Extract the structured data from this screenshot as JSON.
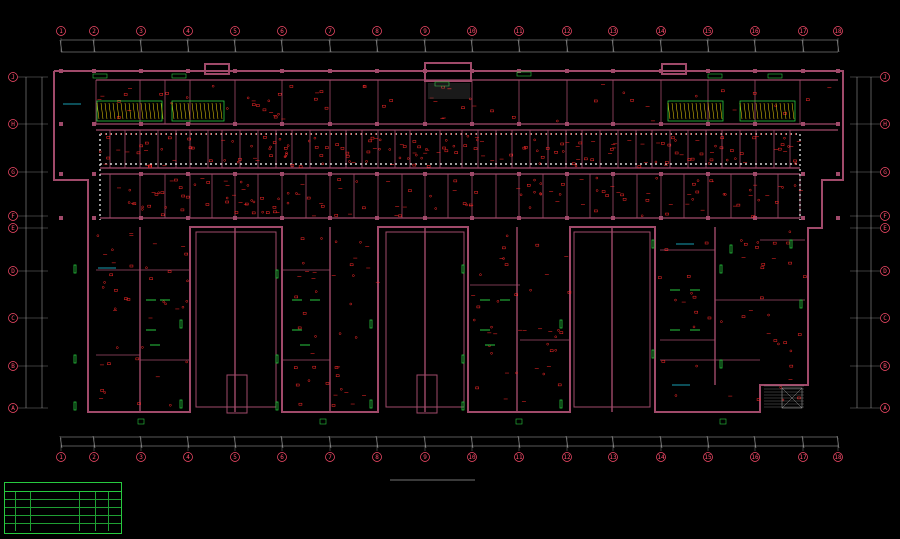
{
  "drawing": {
    "title": "",
    "scale_note": "",
    "notes": [
      "",
      ""
    ]
  },
  "axes": {
    "columns": [
      "1",
      "2",
      "3",
      "4",
      "5",
      "6",
      "7",
      "8",
      "9",
      "10",
      "11",
      "12",
      "13",
      "14",
      "15",
      "16",
      "17",
      "18"
    ],
    "rows": [
      "J",
      "H",
      "G",
      "F",
      "E",
      "D",
      "C",
      "B",
      "A"
    ]
  },
  "legend": {
    "title": "",
    "rows": [
      [
        "",
        "",
        "",
        "",
        "",
        ""
      ],
      [
        "",
        "",
        "",
        "",
        "",
        ""
      ],
      [
        "",
        "",
        "",
        "",
        "",
        ""
      ],
      [
        "",
        "",
        "",
        "",
        "",
        ""
      ],
      [
        "",
        "",
        "",
        "",
        "",
        ""
      ]
    ]
  },
  "colors": {
    "background": "#000000",
    "wall": "#a04a6a",
    "axis_circle": "#ff4d6d",
    "dim_line": "#e0e0e0",
    "device_red": "#ff2a2a",
    "device_green": "#27c93f",
    "device_cyan": "#22d3ee",
    "device_yellow": "#f5d90a"
  }
}
